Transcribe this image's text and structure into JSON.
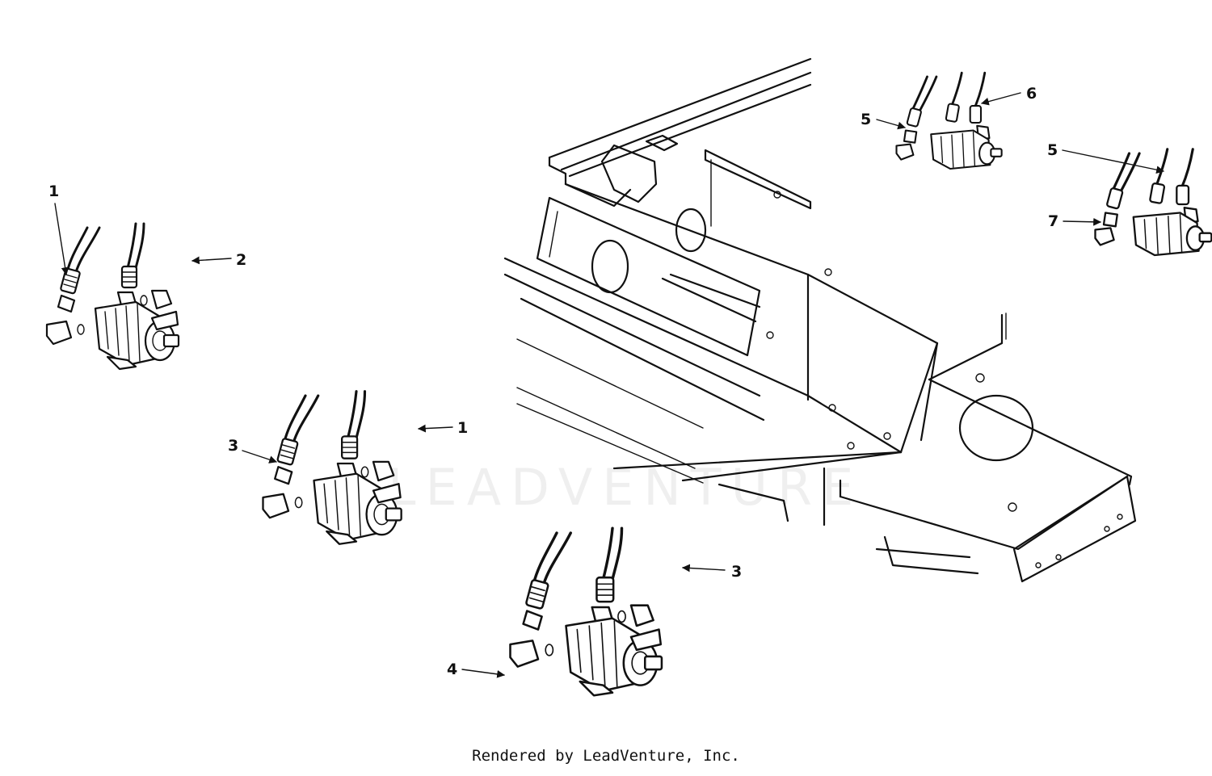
{
  "watermark": "LEADVENTURE",
  "footer": "Rendered by LeadVenture, Inc.",
  "callouts": [
    "1",
    "2",
    "1",
    "3",
    "3",
    "4",
    "5",
    "6",
    "5",
    "7"
  ]
}
